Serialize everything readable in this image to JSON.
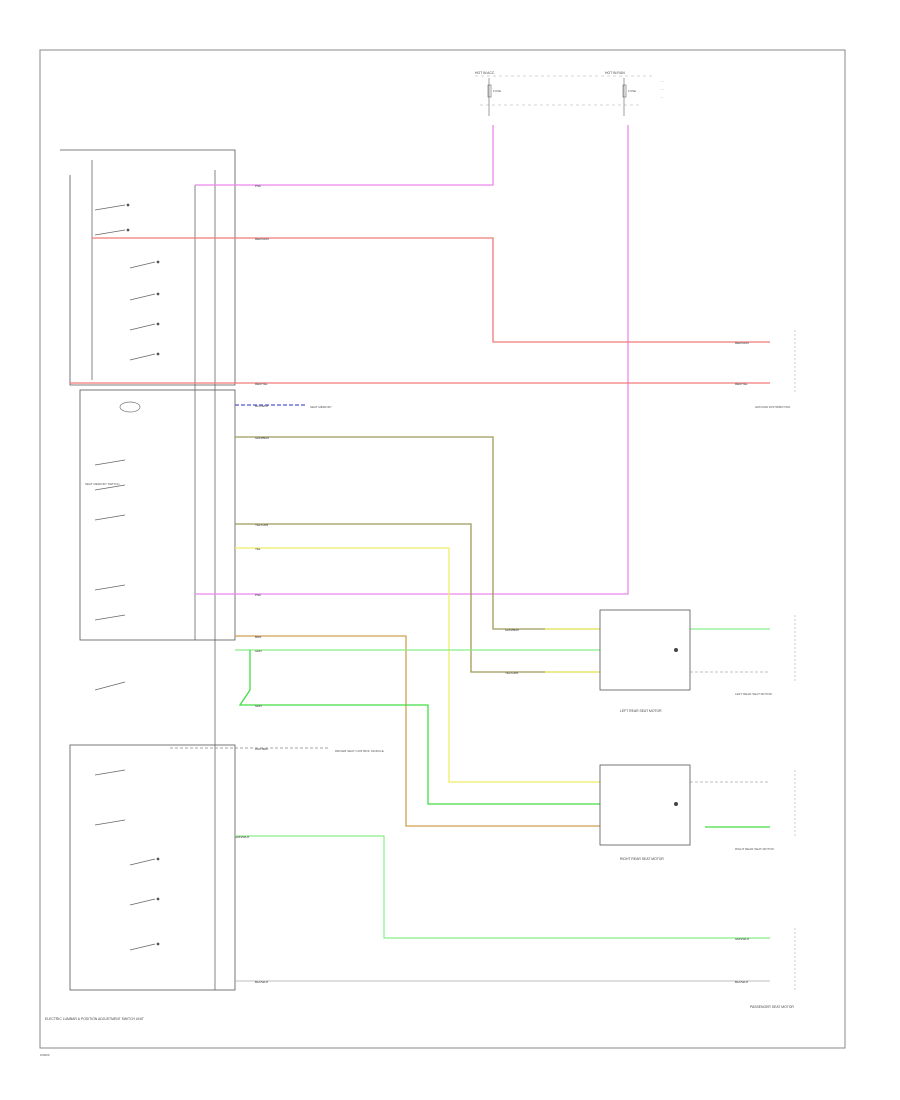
{
  "footer": {
    "code": "W0000"
  },
  "connectors": {
    "top_left": "HOT IN ACC",
    "top_right": "HOT IN RUN"
  },
  "fuses": {
    "f1": "FUSE",
    "f2": "FUSE"
  },
  "modules": {
    "main_unit": "ELECTRIC LUMBAR & POSITION ADJUSTMENT SWITCH UNIT",
    "seat_memory": "SEAT MEMORY SWITCH",
    "left_motor": "LEFT REAR SEAT MOTOR",
    "right_motor": "RIGHT REAR SEAT MOTOR",
    "passenger_motor": "PASSENGER SEAT MOTOR",
    "driver_seat": "DRIVER SEAT CONTROL MODULE",
    "ground": "GROUND DISTRIBUTION",
    "memory": "SEAT MEMORY"
  },
  "wires": {
    "w1": "PNK",
    "w2": "RED/GRN",
    "w3": "RED/YEL",
    "w4": "BLU/WHT",
    "w5": "GRN/BRN",
    "w6": "YEL/GRN",
    "w7": "YEL",
    "w8": "PNK",
    "w9": "BRN",
    "w10": "GRN",
    "w11": "GRN",
    "w12": "WHT/BLK",
    "w13": "GRN/WHT",
    "w14": "BLK/WHT"
  },
  "colors": {
    "pink": "#ee88ee",
    "red": "#f27a7a",
    "olive": "#9e9a58",
    "yellow": "#eeee66",
    "green": "#44dd44",
    "light_green": "#88ee88",
    "brown": "#d0a050",
    "blue": "#5555dd",
    "grey": "#555555"
  }
}
